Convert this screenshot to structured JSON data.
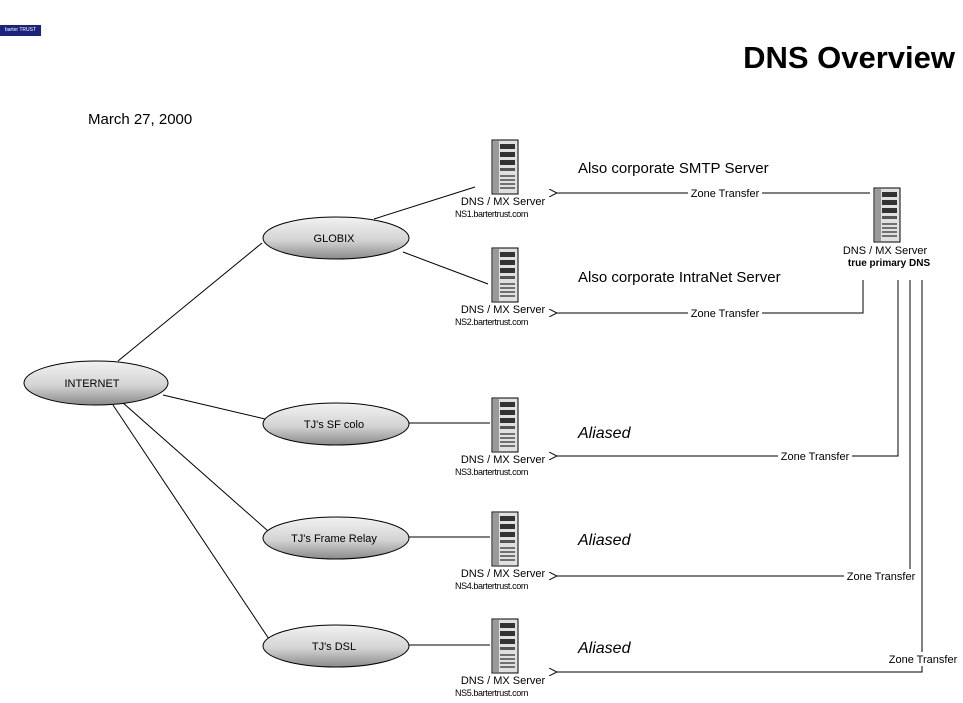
{
  "logo_text": "barter TRUST",
  "title": "DNS Overview",
  "date": "March 27, 2000",
  "networks": {
    "internet": "INTERNET",
    "globix": "GLOBIX",
    "sf_colo": "TJ's SF colo",
    "frame_relay": "TJ's Frame Relay",
    "dsl": "TJ's DSL"
  },
  "servers": {
    "ns1": {
      "label": "DNS / MX Server",
      "host": "NS1.bartertrust.com",
      "note": "Also corporate SMTP Server"
    },
    "ns2": {
      "label": "DNS / MX Server",
      "host": "NS2.bartertrust.com",
      "note": "Also corporate IntraNet Server"
    },
    "ns3": {
      "label": "DNS / MX Server",
      "host": "NS3.bartertrust.com",
      "note": "Aliased"
    },
    "ns4": {
      "label": "DNS / MX Server",
      "host": "NS4.bartertrust.com",
      "note": "Aliased"
    },
    "ns5": {
      "label": "DNS / MX Server",
      "host": "NS5.bartertrust.com",
      "note": "Aliased"
    },
    "primary": {
      "label": "DNS / MX Server",
      "role": "true primary DNS"
    }
  },
  "zone_transfer_label": "Zone Transfer",
  "icon": "server-tower-icon"
}
